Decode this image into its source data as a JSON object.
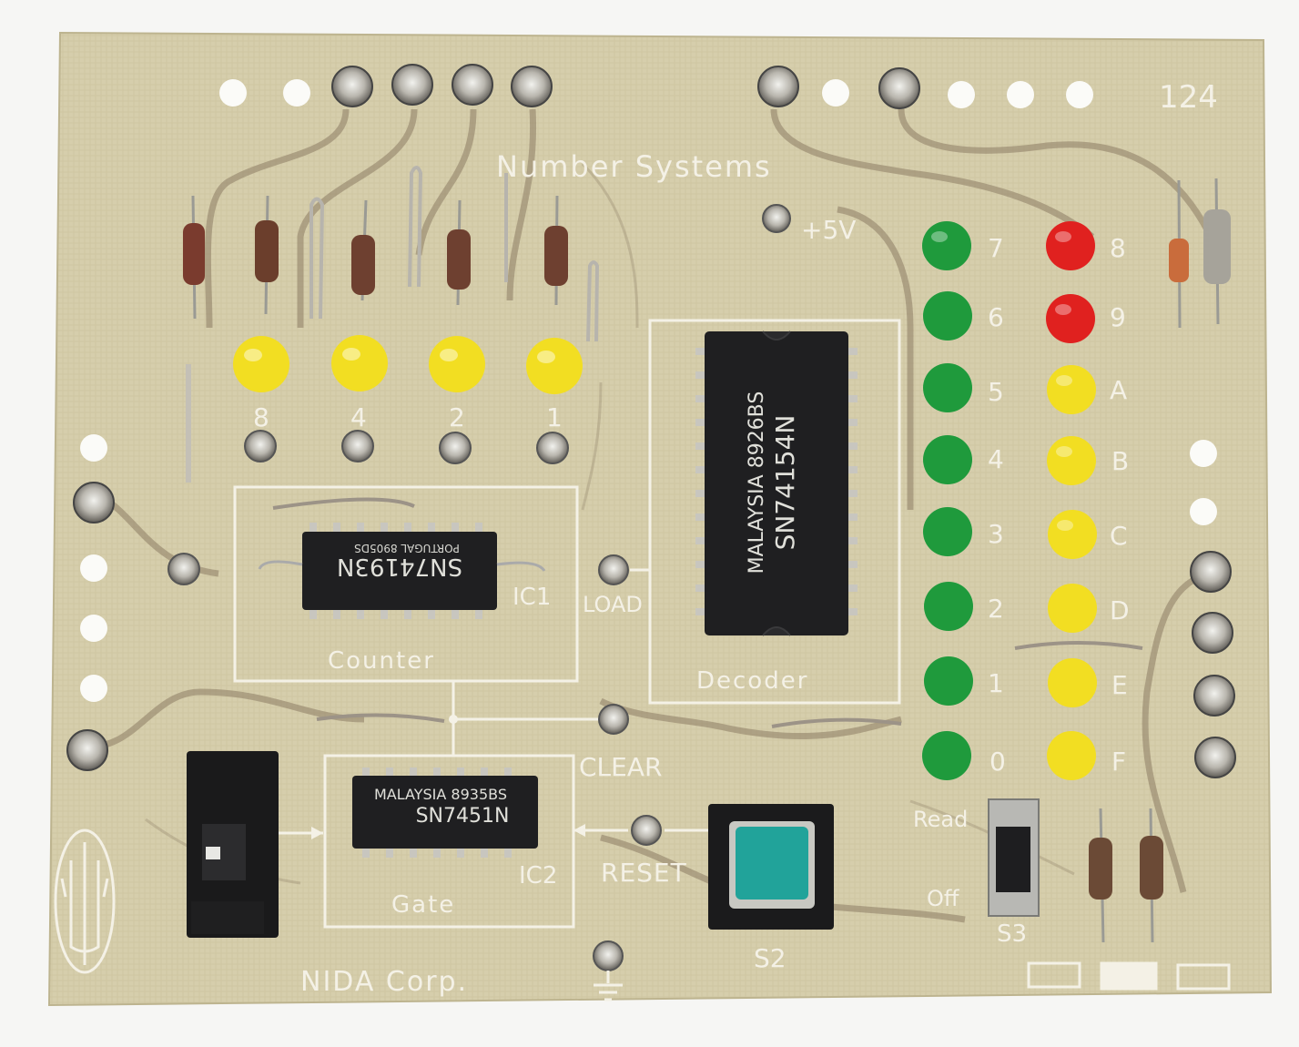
{
  "board": {
    "title": "Number Systems",
    "number": "124",
    "maker": "NIDA Corp.",
    "power_label": "+5V",
    "colors": {
      "substrate": "#d7cfae",
      "trace": "#6b5a48",
      "silk": "#f4f1e6"
    }
  },
  "binary_leds": [
    {
      "label": "8",
      "color": "#f2de22"
    },
    {
      "label": "4",
      "color": "#f2de22"
    },
    {
      "label": "2",
      "color": "#f2de22"
    },
    {
      "label": "1",
      "color": "#f2de22"
    }
  ],
  "output_leds_left": [
    {
      "label": "7",
      "color": "#1f9a3c"
    },
    {
      "label": "6",
      "color": "#1f9a3c"
    },
    {
      "label": "5",
      "color": "#1f9a3c"
    },
    {
      "label": "4",
      "color": "#1f9a3c"
    },
    {
      "label": "3",
      "color": "#1f9a3c"
    },
    {
      "label": "2",
      "color": "#1f9a3c"
    },
    {
      "label": "1",
      "color": "#1f9a3c"
    },
    {
      "label": "0",
      "color": "#1f9a3c"
    }
  ],
  "output_leds_right": [
    {
      "label": "8",
      "color": "#e0211f"
    },
    {
      "label": "9",
      "color": "#e0211f"
    },
    {
      "label": "A",
      "color": "#f2de22"
    },
    {
      "label": "B",
      "color": "#f2de22"
    },
    {
      "label": "C",
      "color": "#f2de22"
    },
    {
      "label": "D",
      "color": "#f2de22"
    },
    {
      "label": "E",
      "color": "#f2de22"
    },
    {
      "label": "F",
      "color": "#f2de22"
    }
  ],
  "ics": {
    "ic1": {
      "marking": "SN74193N",
      "sub": "PORTUGAL 8905DS",
      "ref": "IC1",
      "block": "Counter"
    },
    "decoder": {
      "line1": "MALAYSIA 8926BS",
      "line2": "SN74154N",
      "block": "Decoder"
    },
    "ic2": {
      "line1": "MALAYSIA 8935BS",
      "line2": "SN7451N",
      "ref": "IC2",
      "block": "Gate"
    }
  },
  "labels": {
    "load": "LOAD",
    "clear": "CLEAR",
    "reset": "RESET",
    "s2": "S2",
    "s3": "S3",
    "read": "Read",
    "off": "Off"
  }
}
